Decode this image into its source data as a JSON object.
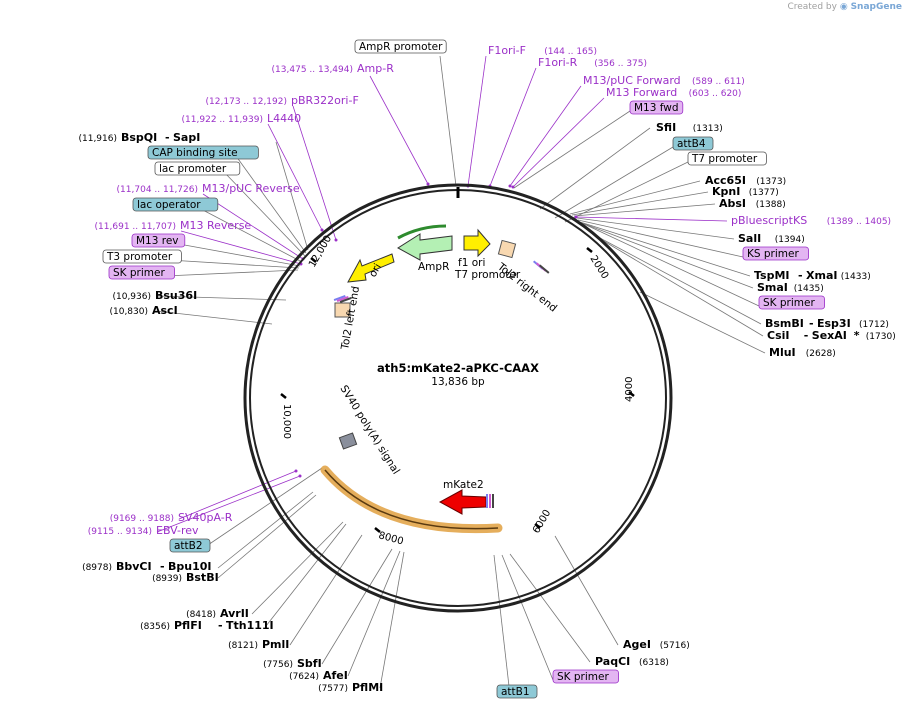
{
  "credit": {
    "prefix": "Created by",
    "brand": "SnapGene"
  },
  "map": {
    "title": "ath5:mKate2-aPKC-CAAX",
    "length": "13,836 bp",
    "ticks": [
      {
        "label": "2000",
        "bp": 2000
      },
      {
        "label": "4000",
        "bp": 4000
      },
      {
        "label": "6000",
        "bp": 6000
      },
      {
        "label": "8000",
        "bp": 8000
      },
      {
        "label": "10,000",
        "bp": 10000
      },
      {
        "label": "12,000",
        "bp": 12000
      }
    ]
  },
  "colors": {
    "primer": "#9b30c8",
    "attb": "#8ec9d6",
    "promoter_box": "#ffffff",
    "m13_fill": "#e3b5f2",
    "ampr": "#b4f0b4",
    "ori": "#ffef00",
    "mkate": "#ee0000",
    "backbone": "#222222",
    "selection": "#e0a040"
  },
  "features": [
    {
      "name": "AmpR",
      "kind": "ampr"
    },
    {
      "name": "ori",
      "kind": "ori"
    },
    {
      "name": "f1 ori",
      "kind": "f1"
    },
    {
      "name": "T7 promoter",
      "kind": "t7"
    },
    {
      "name": "Tol2 right end",
      "kind": "tol2r"
    },
    {
      "name": "Tol2 left end",
      "kind": "tol2l"
    },
    {
      "name": "SV40 poly(A) signal",
      "kind": "sv40"
    },
    {
      "name": "mKate2",
      "kind": "mkate"
    }
  ],
  "labels": [
    {
      "id": "ampr-promoter",
      "type": "box",
      "name": "AmpR promoter"
    },
    {
      "id": "amp-r",
      "type": "primer",
      "name": "Amp-R",
      "pos": "(13,475 .. 13,494)"
    },
    {
      "id": "f1ori-f",
      "type": "primer",
      "name": "F1ori-F",
      "pos": "(144 .. 165)"
    },
    {
      "id": "f1ori-r",
      "type": "primer",
      "name": "F1ori-R",
      "pos": "(356 .. 375)"
    },
    {
      "id": "m13puc-fwd",
      "type": "primer",
      "name": "M13/pUC Forward",
      "pos": "(589 .. 611)"
    },
    {
      "id": "m13-fwd-p",
      "type": "primer",
      "name": "M13 Forward",
      "pos": "(603 .. 620)"
    },
    {
      "id": "m13-fwd",
      "type": "m13box",
      "name": "M13 fwd"
    },
    {
      "id": "sfii",
      "type": "enzyme",
      "name": "SfiI",
      "pos": "(1313)"
    },
    {
      "id": "attb4",
      "type": "attb",
      "name": "attB4"
    },
    {
      "id": "t7-promoter-box",
      "type": "box",
      "name": "T7 promoter"
    },
    {
      "id": "acc65i",
      "type": "enzyme",
      "name": "Acc65I",
      "pos": "(1373)"
    },
    {
      "id": "kpni",
      "type": "enzyme",
      "name": "KpnI",
      "pos": "(1377)"
    },
    {
      "id": "absi",
      "type": "enzyme",
      "name": "AbsI",
      "pos": "(1388)"
    },
    {
      "id": "pbluescriptks",
      "type": "primer",
      "name": "pBluescriptKS",
      "pos": "(1389 .. 1405)"
    },
    {
      "id": "sali",
      "type": "enzyme",
      "name": "SalI",
      "pos": "(1394)"
    },
    {
      "id": "ks-primer",
      "type": "m13box",
      "name": "KS primer"
    },
    {
      "id": "tspmi",
      "type": "enzyme2",
      "name": "TspMI",
      "name2": "XmaI",
      "pos": "(1433)"
    },
    {
      "id": "smai",
      "type": "enzyme",
      "name": "SmaI",
      "pos": "(1435)"
    },
    {
      "id": "sk-primer-1",
      "type": "m13box",
      "name": "SK primer"
    },
    {
      "id": "bsmbi",
      "type": "enzyme2",
      "name": "BsmBI",
      "name2": "Esp3I",
      "pos": "(1712)"
    },
    {
      "id": "csii",
      "type": "enzyme2",
      "name": "CsiI",
      "name2": "SexAI",
      "star": "*",
      "pos": "(1730)"
    },
    {
      "id": "mlui",
      "type": "enzyme",
      "name": "MluI",
      "pos": "(2628)"
    },
    {
      "id": "pbr322ori-f",
      "type": "primer",
      "name": "pBR322ori-F",
      "pos": "(12,173 .. 12,192)"
    },
    {
      "id": "l4440",
      "type": "primer",
      "name": "L4440",
      "pos": "(11,922 .. 11,939)"
    },
    {
      "id": "bspqi",
      "type": "enzyme2l",
      "name": "BspQI",
      "name2": "SapI",
      "pos": "(11,916)"
    },
    {
      "id": "cap-site",
      "type": "attb",
      "name": "CAP binding site"
    },
    {
      "id": "lac-promoter",
      "type": "box",
      "name": "lac promoter"
    },
    {
      "id": "m13puc-rev",
      "type": "primer",
      "name": "M13/pUC Reverse",
      "pos": "(11,704 .. 11,726)"
    },
    {
      "id": "lac-operator",
      "type": "attb",
      "name": "lac operator"
    },
    {
      "id": "m13-reverse",
      "type": "primer",
      "name": "M13 Reverse",
      "pos": "(11,691 .. 11,707)"
    },
    {
      "id": "m13-rev",
      "type": "m13box",
      "name": "M13 rev"
    },
    {
      "id": "t3-promoter",
      "type": "box",
      "name": "T3 promoter"
    },
    {
      "id": "sk-primer-2",
      "type": "m13box",
      "name": "SK primer"
    },
    {
      "id": "bsu36i",
      "type": "enzymel",
      "name": "Bsu36I",
      "pos": "(10,936)"
    },
    {
      "id": "asci",
      "type": "enzymel",
      "name": "AscI",
      "pos": "(10,830)"
    },
    {
      "id": "sv40pa-r",
      "type": "primer",
      "name": "SV40pA-R",
      "pos": "(9169 .. 9188)"
    },
    {
      "id": "ebv-rev",
      "type": "primer",
      "name": "EBV-rev",
      "pos": "(9115 .. 9134)"
    },
    {
      "id": "attb2",
      "type": "attb",
      "name": "attB2"
    },
    {
      "id": "bbvci",
      "type": "enzyme2l",
      "name": "BbvCI",
      "name2": "Bpu10I",
      "pos": "(8978)"
    },
    {
      "id": "bstbi",
      "type": "enzymel",
      "name": "BstBI",
      "pos": "(8939)"
    },
    {
      "id": "avrii",
      "type": "enzymel",
      "name": "AvrII",
      "pos": "(8418)"
    },
    {
      "id": "pflfi",
      "type": "enzyme2l",
      "name": "PflFI",
      "name2": "Tth111I",
      "pos": "(8356)"
    },
    {
      "id": "pmli",
      "type": "enzymel",
      "name": "PmlI",
      "pos": "(8121)"
    },
    {
      "id": "sfli",
      "type": "enzymel",
      "name": "SbfI",
      "pos": "(7756)"
    },
    {
      "id": "afei",
      "type": "enzymel",
      "name": "AfeI",
      "pos": "(7624)"
    },
    {
      "id": "pflmi",
      "type": "enzymel",
      "name": "PflMI",
      "pos": "(7577)"
    },
    {
      "id": "agei",
      "type": "enzyme",
      "name": "AgeI",
      "pos": "(5716)"
    },
    {
      "id": "paqci",
      "type": "enzyme",
      "name": "PaqCI",
      "pos": "(6318)"
    },
    {
      "id": "sk-primer-3",
      "type": "m13box",
      "name": "SK primer"
    },
    {
      "id": "attb1",
      "type": "attb",
      "name": "attB1"
    }
  ]
}
